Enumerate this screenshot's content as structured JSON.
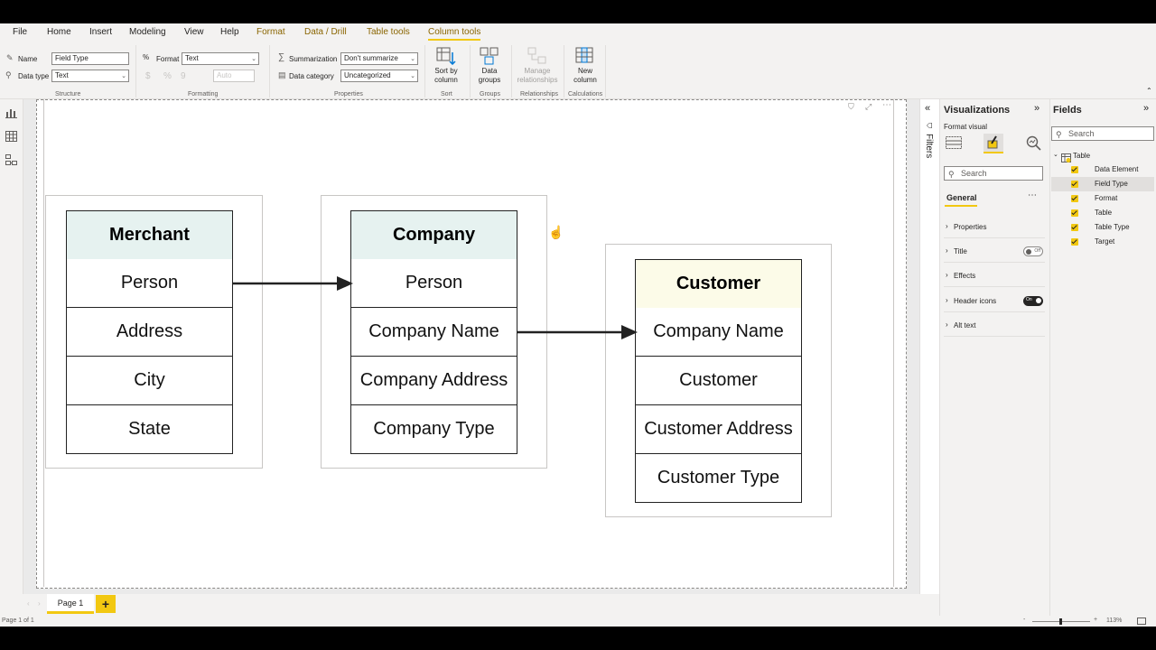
{
  "ribbon_tabs": {
    "file": "File",
    "home": "Home",
    "insert": "Insert",
    "modeling": "Modeling",
    "view": "View",
    "help": "Help",
    "format": "Format",
    "data_drill": "Data / Drill",
    "table_tools": "Table tools",
    "column_tools": "Column tools"
  },
  "ribbon": {
    "structure": {
      "name_label": "Name",
      "name_value": "Field Type",
      "datatype_label": "Data type",
      "datatype_value": "Text",
      "group_label": "Structure"
    },
    "formatting": {
      "format_label": "Format",
      "format_value": "Text",
      "currency_symbol": "$",
      "percent_symbol": "%",
      "comma_symbol": "9",
      "decimals_placeholder": "Auto",
      "group_label": "Formatting"
    },
    "properties": {
      "summarization_label": "Summarization",
      "summarization_value": "Don't summarize",
      "datacategory_label": "Data category",
      "datacategory_value": "Uncategorized",
      "group_label": "Properties"
    },
    "sort": {
      "btn_line1": "Sort by",
      "btn_line2": "column",
      "group_label": "Sort"
    },
    "groups": {
      "btn_line1": "Data",
      "btn_line2": "groups",
      "group_label": "Groups"
    },
    "relationships": {
      "btn_line1": "Manage",
      "btn_line2": "relationships",
      "group_label": "Relationships"
    },
    "calculations": {
      "btn_line1": "New",
      "btn_line2": "column",
      "group_label": "Calculations"
    }
  },
  "diagram": {
    "merchant": {
      "title": "Merchant",
      "rows": [
        "Person",
        "Address",
        "City",
        "State"
      ]
    },
    "company": {
      "title": "Company",
      "rows": [
        "Person",
        "Company Name",
        "Company Address",
        "Company Type"
      ]
    },
    "customer": {
      "title": "Customer",
      "rows": [
        "Company Name",
        "Customer",
        "Customer Address",
        "Customer Type"
      ]
    },
    "colors": {
      "merchant_head": "#e6f2f0",
      "company_head": "#e6f2f0",
      "customer_head": "#fcfbe8"
    }
  },
  "filters": {
    "label": "Filters"
  },
  "visualizations": {
    "title": "Visualizations",
    "format_visual": "Format visual",
    "search_placeholder": "Search",
    "general_tab": "General",
    "sections": [
      {
        "label": "Properties"
      },
      {
        "label": "Title",
        "toggle": "Off"
      },
      {
        "label": "Effects"
      },
      {
        "label": "Header icons",
        "toggle": "On"
      },
      {
        "label": "Alt text"
      }
    ]
  },
  "fields": {
    "title": "Fields",
    "search_placeholder": "Search",
    "table_name": "Table",
    "items": [
      "Data Element",
      "Field Type",
      "Format",
      "Table",
      "Table Type",
      "Target"
    ],
    "selected": "Field Type"
  },
  "pages": {
    "tab": "Page 1",
    "add": "+"
  },
  "status": {
    "page_count": "Page 1 of 1",
    "zoom": "113%",
    "zoom_minus": "-",
    "zoom_plus": "+"
  },
  "accent_color": "#f2c811"
}
